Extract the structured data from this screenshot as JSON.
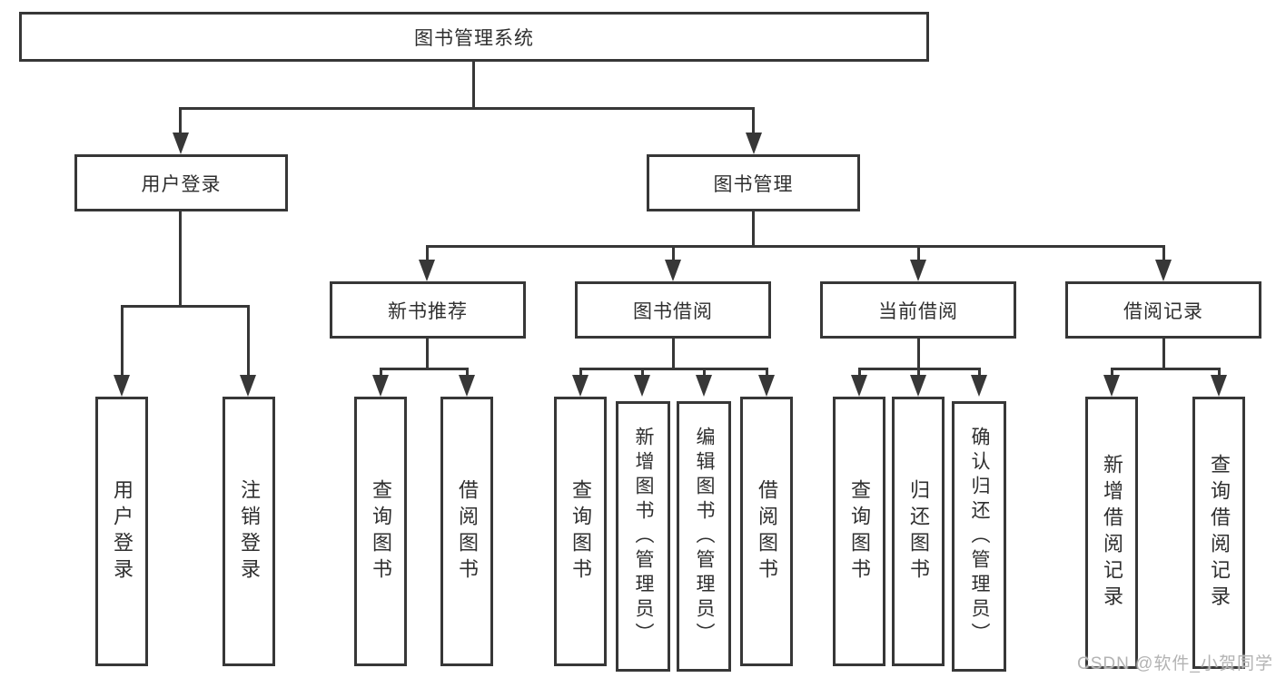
{
  "diagram": {
    "title": "图书管理系统",
    "level2": [
      {
        "label": "用户登录"
      },
      {
        "label": "图书管理"
      }
    ],
    "level3": [
      {
        "label": "新书推荐"
      },
      {
        "label": "图书借阅"
      },
      {
        "label": "当前借阅"
      },
      {
        "label": "借阅记录"
      }
    ],
    "leaves": {
      "user_login": [
        {
          "label": "用户登录"
        },
        {
          "label": "注销登录"
        }
      ],
      "new_book_recommend": [
        {
          "label": "查询图书"
        },
        {
          "label": "借阅图书"
        }
      ],
      "book_borrow": [
        {
          "label": "查询图书"
        },
        {
          "label": "新增图书（管理员）"
        },
        {
          "label": "编辑图书（管理员）"
        },
        {
          "label": "借阅图书"
        }
      ],
      "current_borrow": [
        {
          "label": "查询图书"
        },
        {
          "label": "归还图书"
        },
        {
          "label": "确认归还（管理员）"
        }
      ],
      "borrow_records": [
        {
          "label": "新增借阅记录"
        },
        {
          "label": "查询借阅记录"
        }
      ]
    },
    "watermark": "CSDN @软件_小贺同学",
    "colors": {
      "line": "#373737",
      "text": "#2f2f2f",
      "watermark": "#b3b3b3",
      "background": "#ffffff"
    }
  }
}
